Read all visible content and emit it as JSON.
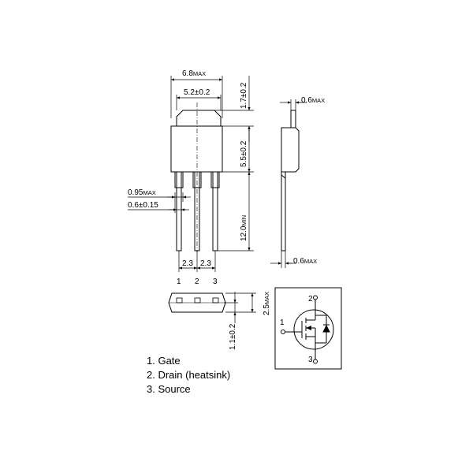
{
  "dimensions": {
    "overall_width": {
      "value": "6.8",
      "unit": "MAX"
    },
    "tab_width": "5.2±0.2",
    "tab_height": "1.7±0.2",
    "body_height": "5.5±0.2",
    "lead_length": {
      "value": "12.0",
      "unit": "MIN"
    },
    "lead_width_max": {
      "value": "0.95",
      "unit": "MAX"
    },
    "lead_width": "0.6±0.15",
    "pitch_left": "2.3",
    "pitch_right": "2.3",
    "side_tab_thickness": {
      "value": "0.6",
      "unit": "MAX"
    },
    "side_lead_thickness": {
      "value": "0.6",
      "unit": "MAX"
    },
    "bottom_height": {
      "value": "2.5",
      "unit": "MAX"
    },
    "bottom_standoff": "1.1±0.2"
  },
  "pin_numbers": [
    "1",
    "2",
    "3"
  ],
  "symbol_pins": {
    "gate": "1",
    "drain": "2",
    "source": "3"
  },
  "legend": [
    "1. Gate",
    "2. Drain (heatsink)",
    "3. Source"
  ]
}
